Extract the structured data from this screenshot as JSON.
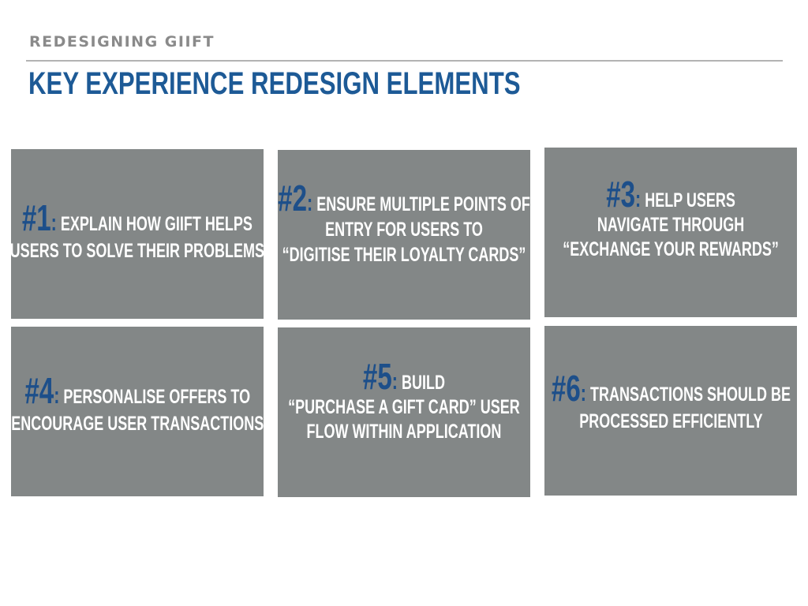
{
  "header": {
    "section_label": "REDESIGNING GIIFT",
    "title": "KEY EXPERIENCE REDESIGN ELEMENTS"
  },
  "cards": [
    {
      "number": "#1",
      "colon": ":",
      "line1": " EXPLAIN HOW GIIFT HELPS",
      "line2": "USERS TO SOLVE THEIR PROBLEMS",
      "line3": ""
    },
    {
      "number": "#2",
      "colon": ":",
      "line1": "  ENSURE MULTIPLE POINTS OF",
      "line2": "ENTRY FOR USERS TO",
      "line3": "“DIGITISE THEIR LOYALTY CARDS”"
    },
    {
      "number": "#3",
      "colon": ":",
      "line1": "  HELP USERS",
      "line2": "NAVIGATE THROUGH",
      "line3": "“EXCHANGE YOUR REWARDS”"
    },
    {
      "number": "#4",
      "colon": ":",
      "line1": " PERSONALISE OFFERS TO",
      "line2": "ENCOURAGE USER TRANSACTIONS",
      "line3": ""
    },
    {
      "number": "#5",
      "colon": ":",
      "line1": "  BUILD",
      "line2": "“PURCHASE A GIFT CARD” USER",
      "line3": "FLOW WITHIN APPLICATION"
    },
    {
      "number": "#6",
      "colon": ":",
      "line1": " TRANSACTIONS SHOULD BE",
      "line2": "PROCESSED EFFICIENTLY",
      "line3": ""
    }
  ],
  "colors": {
    "title_blue": "#1d5a96",
    "number_blue": "#1d4f8a",
    "card_gray": "#838787",
    "label_gray": "#8a8a8a"
  }
}
